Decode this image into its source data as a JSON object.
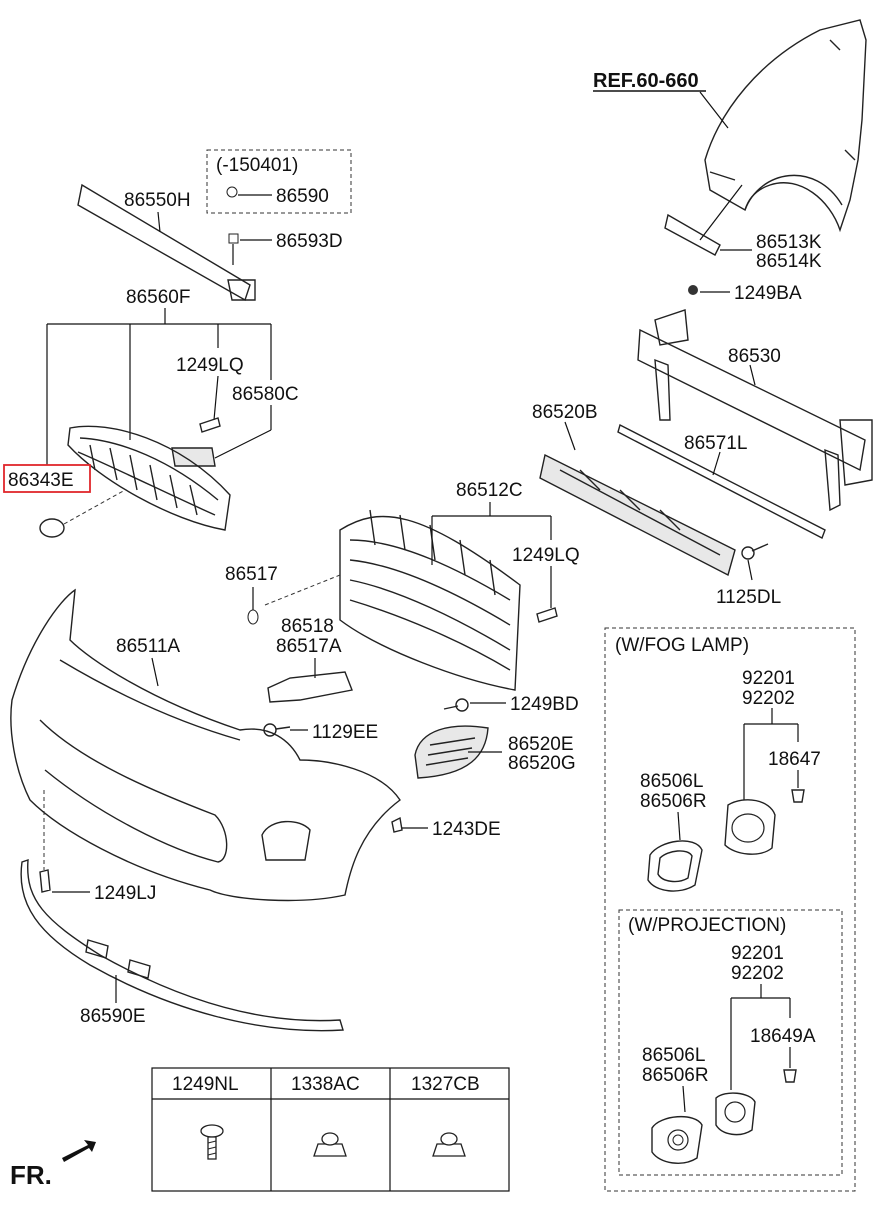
{
  "diagram": {
    "ref_label": "REF.60-660",
    "highlighted_part": "86343E",
    "front_label": "FR.",
    "variant_box_top": "(-150401)",
    "fog_lamp_box_title": "(W/FOG LAMP)",
    "projection_box_title": "(W/PROJECTION)",
    "labels": {
      "p86550H": "86550H",
      "p86590": "86590",
      "p86593D": "86593D",
      "p86560F": "86560F",
      "p1249LQ_a": "1249LQ",
      "p86580C": "86580C",
      "p86343E": "86343E",
      "p86513K": "86513K",
      "p86514K": "86514K",
      "p1249BA": "1249BA",
      "p86530": "86530",
      "p86520B": "86520B",
      "p86571L": "86571L",
      "p86512C": "86512C",
      "p1249LQ_b": "1249LQ",
      "p1125DL": "1125DL",
      "p86517": "86517",
      "p86518": "86518",
      "p86517A": "86517A",
      "p86511A": "86511A",
      "p1129EE": "1129EE",
      "p1249BD": "1249BD",
      "p86520E": "86520E",
      "p86520G": "86520G",
      "p1243DE": "1243DE",
      "p1249LJ": "1249LJ",
      "p86590E": "86590E",
      "fog_92201": "92201",
      "fog_92202": "92202",
      "fog_18647": "18647",
      "fog_86506L": "86506L",
      "fog_86506R": "86506R",
      "proj_92201": "92201",
      "proj_92202": "92202",
      "proj_18649A": "18649A",
      "proj_86506L": "86506L",
      "proj_86506R": "86506R"
    },
    "fastener_table": {
      "headers": [
        "1249NL",
        "1338AC",
        "1327CB"
      ]
    }
  }
}
